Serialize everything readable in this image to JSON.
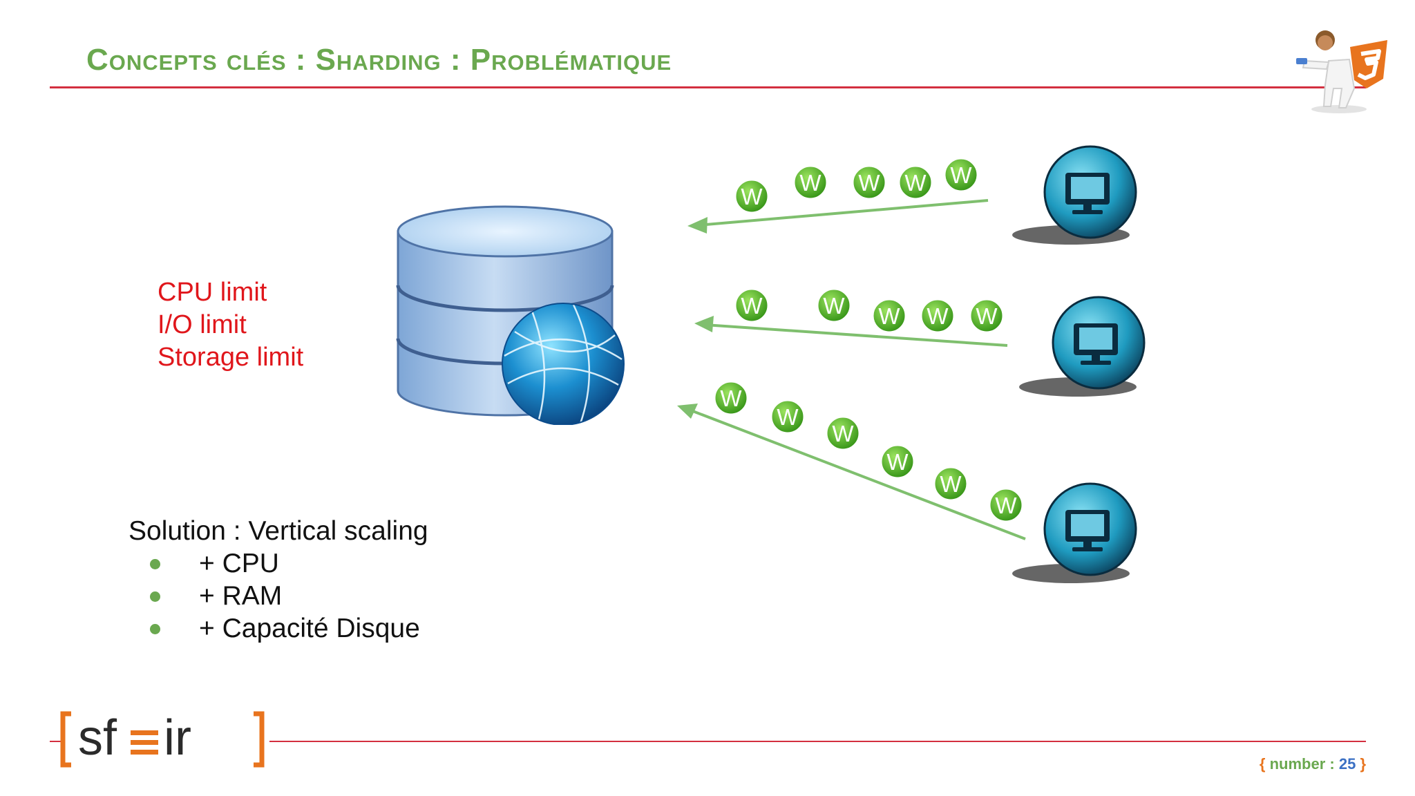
{
  "slide": {
    "title": "Concepts clés : Sharding : Problématique",
    "limits": [
      "CPU limit",
      "I/O limit",
      "Storage limit"
    ],
    "solution": {
      "title": "Solution : Vertical scaling",
      "items": [
        "+ CPU",
        "+ RAM",
        "+ Capacité Disque"
      ]
    },
    "write_label": "W",
    "footer": {
      "brace_open": "{",
      "number_label": "number :",
      "number_value": "25",
      "brace_close": "}",
      "logo_text": "[sf≡ir]"
    }
  },
  "colors": {
    "title": "#6aa84f",
    "rule": "#d32f3f",
    "limits": "#e0161b",
    "arrow": "#7fbf6e",
    "write_badge": "#4caf1f",
    "logo_orange": "#e8741e",
    "logo_dark": "#2b2b2b",
    "page_number": "#3b70c4"
  },
  "icons": [
    "database-icon",
    "globe-icon",
    "computer-client-icon",
    "write-badge-icon",
    "astronaut-html5-mascot-icon",
    "sfeir-logo"
  ]
}
